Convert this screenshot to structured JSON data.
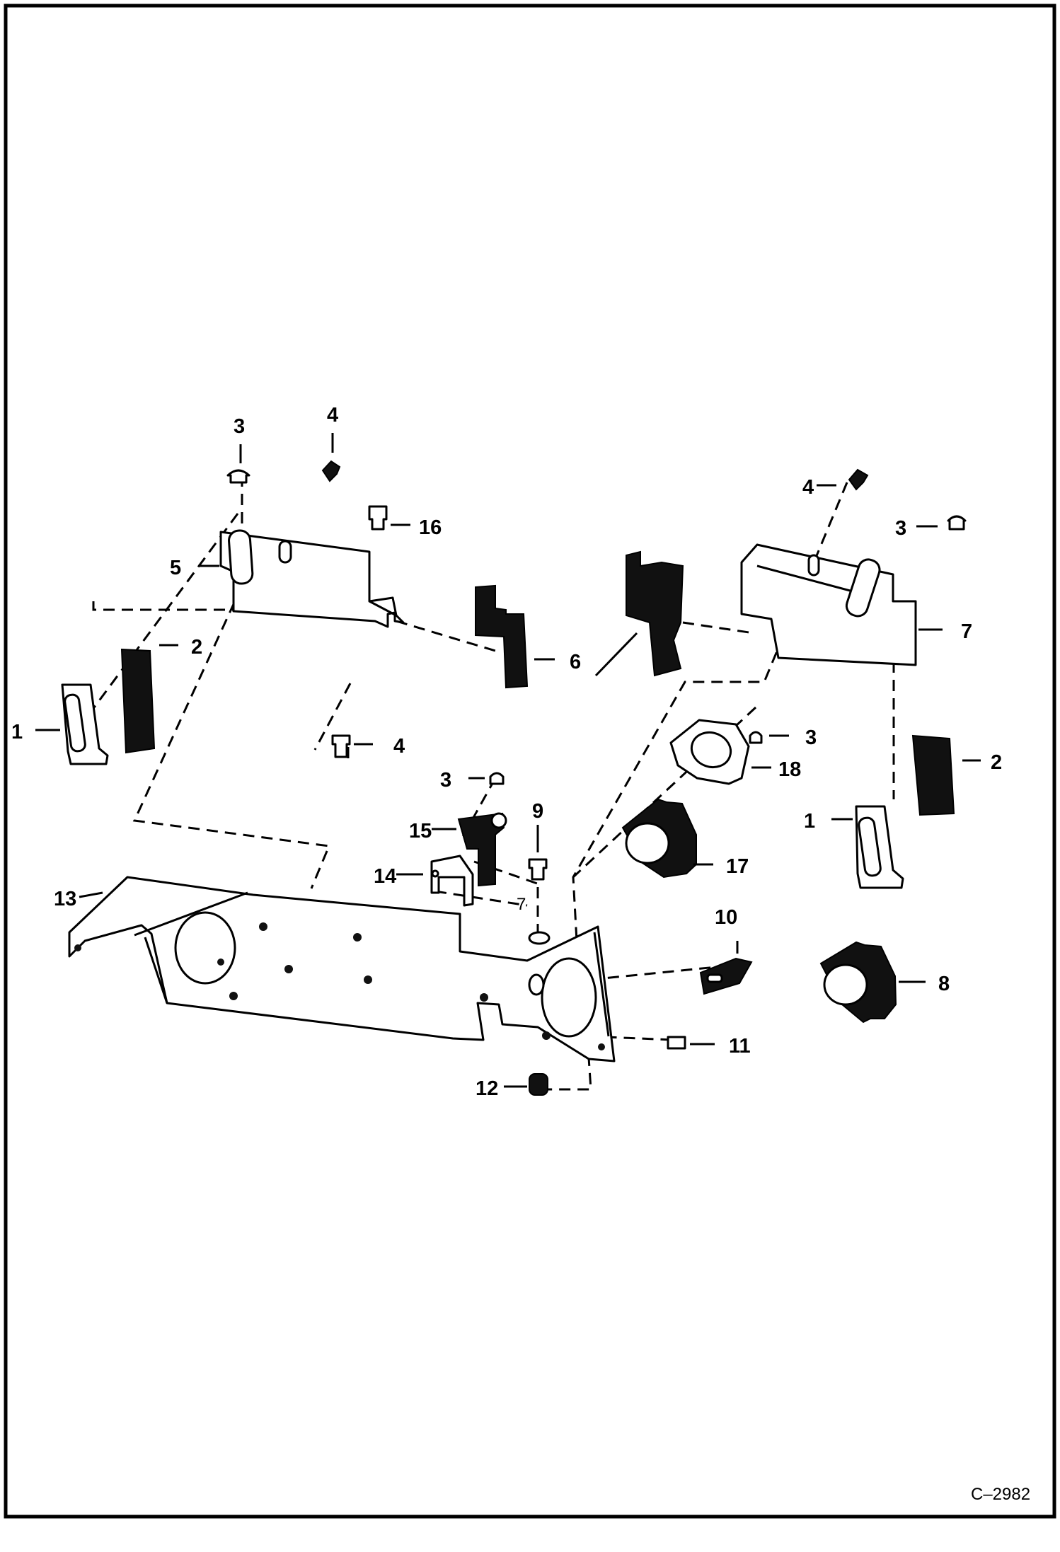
{
  "figure_ref": "C–2982",
  "callouts": {
    "c1a": "1",
    "c1b": "1",
    "c2a": "2",
    "c2b": "2",
    "c3a": "3",
    "c3b": "3",
    "c3c": "3",
    "c3d": "3",
    "c4a": "4",
    "c4b": "4",
    "c4c": "4",
    "c5": "5",
    "c6": "6",
    "c7": "7",
    "c7b": "7",
    "c8": "8",
    "c9": "9",
    "c10": "10",
    "c11": "11",
    "c12": "12",
    "c13": "13",
    "c14": "14",
    "c15": "15",
    "c16": "16",
    "c17": "17",
    "c18": "18"
  }
}
